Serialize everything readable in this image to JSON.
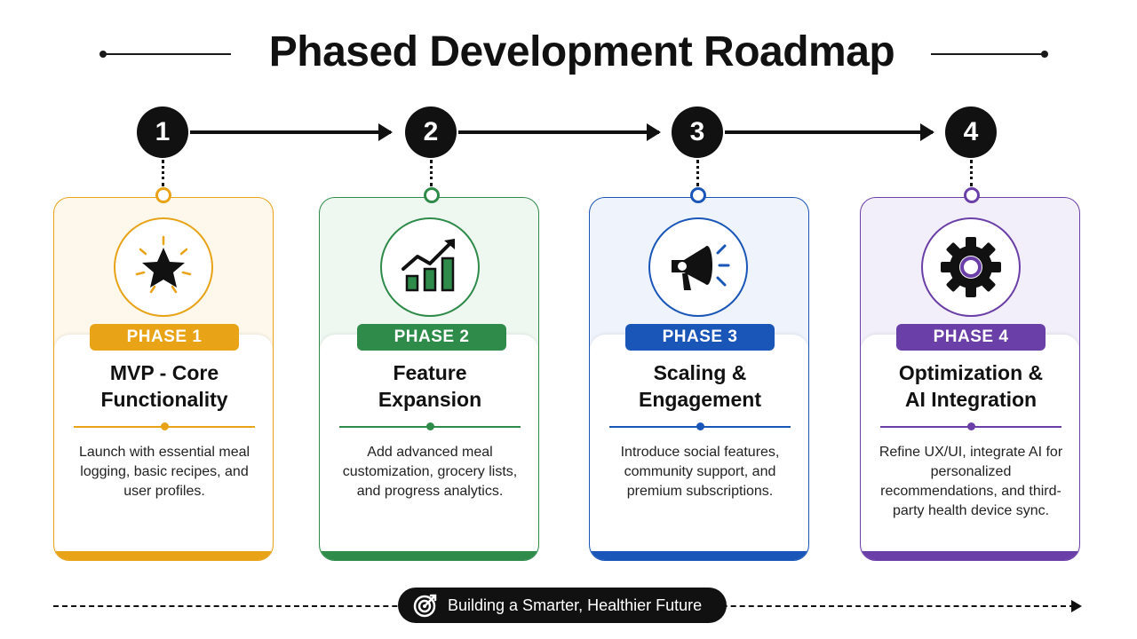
{
  "title": "Phased Development Roadmap",
  "phases": [
    {
      "number": "1",
      "badge": "PHASE 1",
      "title_line1": "MVP - Core",
      "title_line2": "Functionality",
      "description": "Launch with essential meal logging, basic recipes, and user profiles.",
      "icon": "star-icon",
      "color": "#E8A317",
      "tint": "#FEF8EC"
    },
    {
      "number": "2",
      "badge": "PHASE 2",
      "title_line1": "Feature",
      "title_line2": "Expansion",
      "description": "Add advanced meal customization, grocery lists, and progress analytics.",
      "icon": "growth-chart-icon",
      "color": "#2E8B4A",
      "tint": "#EEF8F0"
    },
    {
      "number": "3",
      "badge": "PHASE 3",
      "title_line1": "Scaling &",
      "title_line2": "Engagement",
      "description": "Introduce social features, community support, and premium subscriptions.",
      "icon": "megaphone-icon",
      "color": "#1A56B8",
      "tint": "#EEF3FC"
    },
    {
      "number": "4",
      "badge": "PHASE 4",
      "title_line1": "Optimization &",
      "title_line2": "AI Integration",
      "description": "Refine UX/UI, integrate AI for personalized recommendations, and third-party health device sync.",
      "icon": "gear-icon",
      "color": "#6B3FA8",
      "tint": "#F3EFFA"
    }
  ],
  "footer": {
    "text": "Building a Smarter, Healthier Future",
    "icon": "target-icon"
  }
}
